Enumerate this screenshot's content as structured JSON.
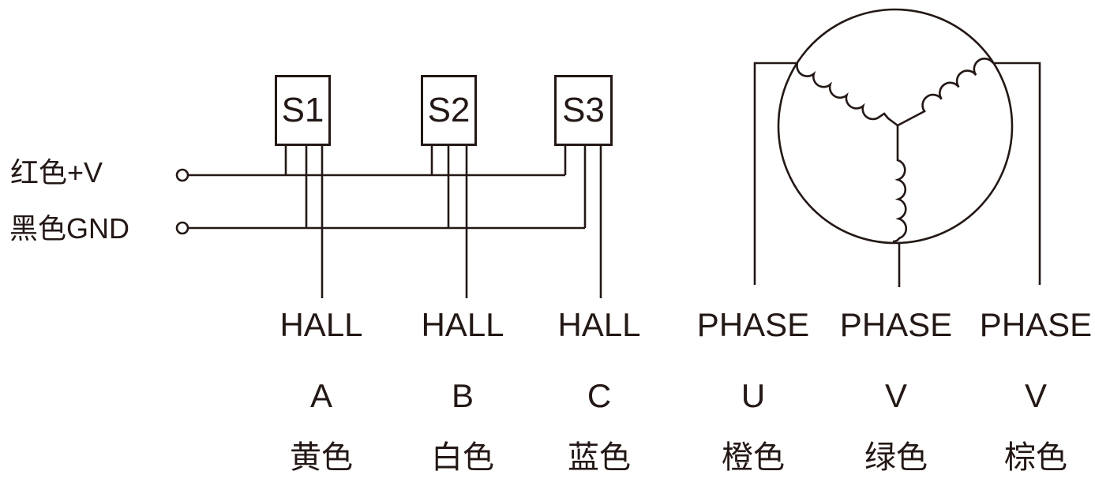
{
  "diagram": {
    "title": "bldc-motor-hall-sensor-wiring-diagram",
    "colors": {
      "line": "#231815",
      "background": "#ffffff"
    },
    "power_rails": [
      {
        "label": "红色+V"
      },
      {
        "label": "黑色GND"
      }
    ],
    "sensors": [
      {
        "label": "S1"
      },
      {
        "label": "S2"
      },
      {
        "label": "S3"
      }
    ],
    "hall_columns": [
      {
        "group": "HALL",
        "pin": "A",
        "wire_color": "黄色"
      },
      {
        "group": "HALL",
        "pin": "B",
        "wire_color": "白色"
      },
      {
        "group": "HALL",
        "pin": "C",
        "wire_color": "蓝色"
      }
    ],
    "phase_columns": [
      {
        "group": "PHASE",
        "pin": "U",
        "wire_color": "橙色"
      },
      {
        "group": "PHASE",
        "pin": "V",
        "wire_color": "绿色"
      },
      {
        "group": "PHASE",
        "pin": "V",
        "wire_color": "棕色"
      }
    ]
  }
}
